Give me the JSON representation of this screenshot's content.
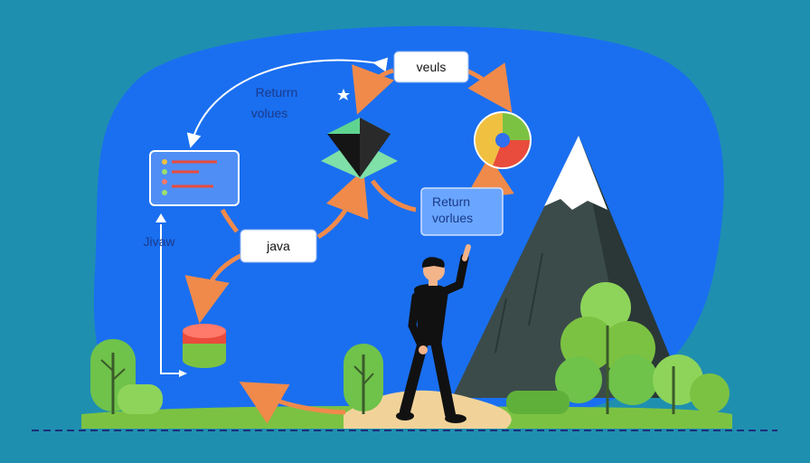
{
  "labels": {
    "top_box": "veuls",
    "return_values_left_1": "Returrn",
    "return_values_left_2": "volues",
    "return_values_right_1": "Return",
    "return_values_right_2": "vorlues",
    "java_box": "java",
    "side_label": "Jivaw"
  },
  "colors": {
    "background": "#1f8fb0",
    "blob": "#1a6ff0",
    "arrow_orange": "#f08a4b",
    "ground": "#7cc242",
    "mountain": "#3b4b4a",
    "snow": "#ffffff"
  },
  "icons": {
    "card": "list-card-icon",
    "prism": "pyramid-icon",
    "pie": "pie-chart-icon",
    "cylinder": "database-icon",
    "star": "star-icon"
  }
}
